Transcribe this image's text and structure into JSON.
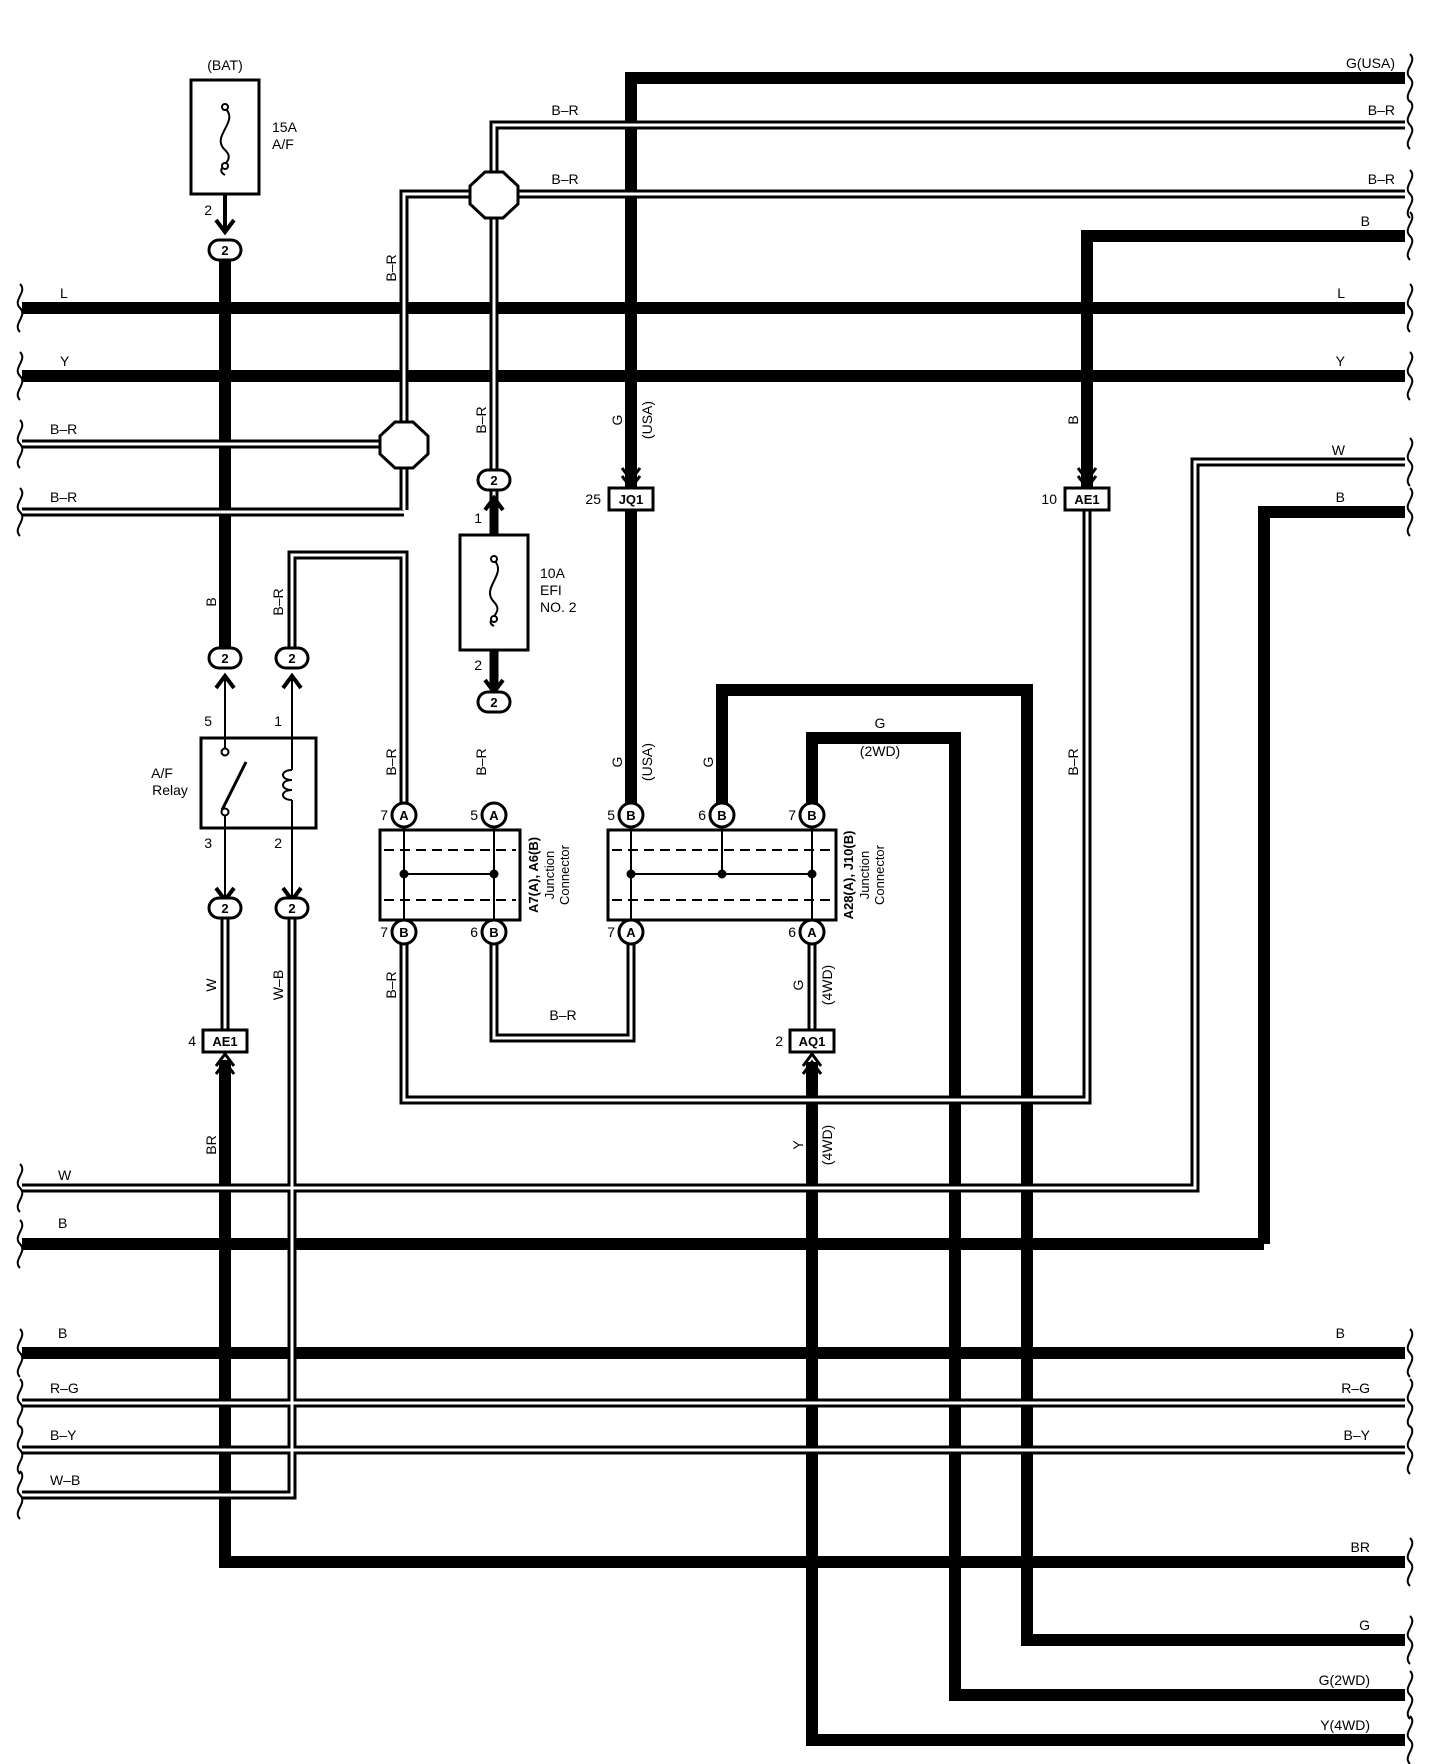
{
  "wire_labels": {
    "top_g_usa": "G(USA)",
    "top_br1": "B–R",
    "top_br1_left": "B–R",
    "top_br2": "B–R",
    "top_br2_left": "B–R",
    "top_b_right": "B",
    "l_left": "L",
    "l_right": "L",
    "y_left": "Y",
    "y_right": "Y",
    "br_left1": "B–R",
    "br_left2": "B–R",
    "w_right_top": "W",
    "b_right_top": "B",
    "w_left": "W",
    "b_left": "B",
    "b_bus_left": "B",
    "b_bus_right": "B",
    "rg_left": "R–G",
    "rg_right": "R–G",
    "by_left": "B–Y",
    "by_right": "B–Y",
    "wb_left": "W–B",
    "br_right": "BR",
    "g_right": "G",
    "g2wd_right": "G(2WD)",
    "y4wd_right": "Y(4WD)",
    "v_br_top": "B–R",
    "v_br_efi": "B–R",
    "v_g_usa": "G",
    "v_usa": "(USA)",
    "v_b_ae1": "B",
    "v_b_relay": "B",
    "v_br_relay": "B–R",
    "v_br_a7": "B–R",
    "v_br_a6": "B–R",
    "v_g_a28": "G",
    "v_usa2": "(USA)",
    "v_g_j10": "G",
    "h_g_2wd": "G",
    "h_2wd": "(2WD)",
    "v_br_right": "B–R",
    "v_w_relay": "W",
    "v_wb_relay": "W–B",
    "v_br_a7b": "B–R",
    "h_br_bottom": "B–R",
    "v_g_4wd": "G",
    "v_4wd": "(4WD)",
    "v_br_ae1": "BR",
    "v_y_aq1": "Y",
    "v_4wd2": "(4WD)"
  },
  "fuses": {
    "bat": "(BAT)",
    "af_amp": "15A",
    "af_name": "A/F",
    "efi_amp": "10A",
    "efi_name1": "EFI",
    "efi_name2": "NO. 2"
  },
  "relay": {
    "name1": "A/F",
    "name2": "Relay",
    "pin5": "5",
    "pin1": "1",
    "pin3": "3",
    "pin2": "2"
  },
  "connectors": {
    "jq1": "JQ1",
    "jq1_pin": "25",
    "ae1_top": "AE1",
    "ae1_top_pin": "10",
    "ae1_bot": "AE1",
    "ae1_bot_pin": "4",
    "aq1": "AQ1",
    "aq1_pin": "2",
    "two": "2",
    "fuse_af_pin": "2",
    "efi_pin1": "1",
    "efi_pin2": "2"
  },
  "junction1": {
    "name": "A7(A), A6(B)",
    "sub1": "Junction",
    "sub2": "Connector",
    "top_pins": [
      "7",
      "5"
    ],
    "top_letters": [
      "A",
      "A"
    ],
    "bot_pins": [
      "7",
      "6"
    ],
    "bot_letters": [
      "B",
      "B"
    ]
  },
  "junction2": {
    "name": "A28(A), J10(B)",
    "sub1": "Junction",
    "sub2": "Connector",
    "top_pins": [
      "5",
      "6",
      "7"
    ],
    "top_letters": [
      "B",
      "B",
      "B"
    ],
    "bot_pins": [
      "7",
      "6"
    ],
    "bot_letters": [
      "A",
      "A"
    ]
  }
}
